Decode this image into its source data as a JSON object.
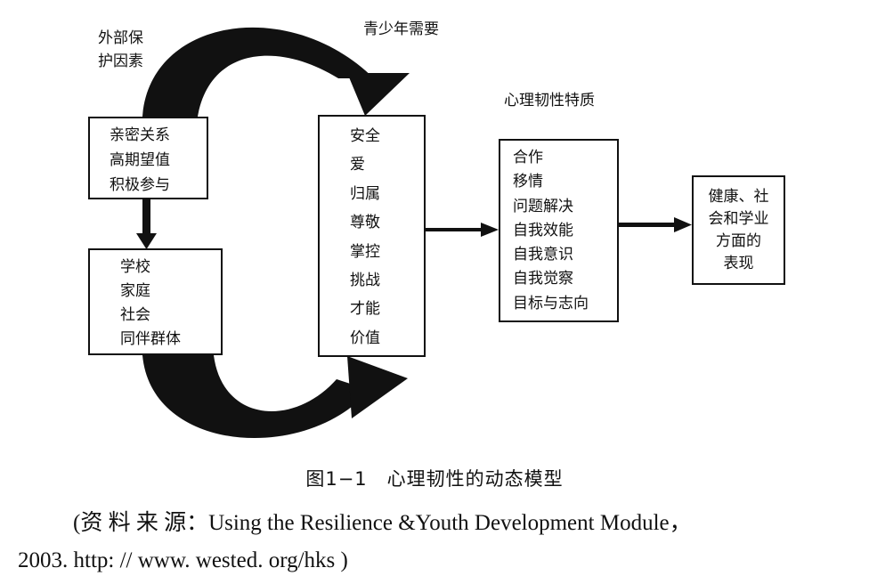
{
  "diagram": {
    "label_external": [
      "外部保",
      "护因素"
    ],
    "label_needs": "青少年需要",
    "label_traits": "心理韧性特质",
    "protective_factors": [
      "亲密关系",
      "高期望值",
      "积极参与"
    ],
    "contexts": [
      "学校",
      "家庭",
      "社会",
      "同伴群体"
    ],
    "needs": [
      "安全",
      "爱",
      "归属",
      "尊敬",
      "掌控",
      "挑战",
      "才能",
      "价值"
    ],
    "traits": [
      "合作",
      "移情",
      "问题解决",
      "自我效能",
      "自我意识",
      "自我觉察",
      "目标与志向"
    ],
    "outcomes": [
      "健康、社",
      "会和学业",
      "方面的",
      "表现"
    ],
    "colors": {
      "ink": "#111111",
      "paper": "#ffffff"
    }
  },
  "caption": "图1−1　心理韧性的动态模型",
  "source": {
    "line1": "(资 料 来 源：Using the Resilience &Youth Development Module，",
    "line2": "2003. http: // www. wested. org/hks )"
  }
}
